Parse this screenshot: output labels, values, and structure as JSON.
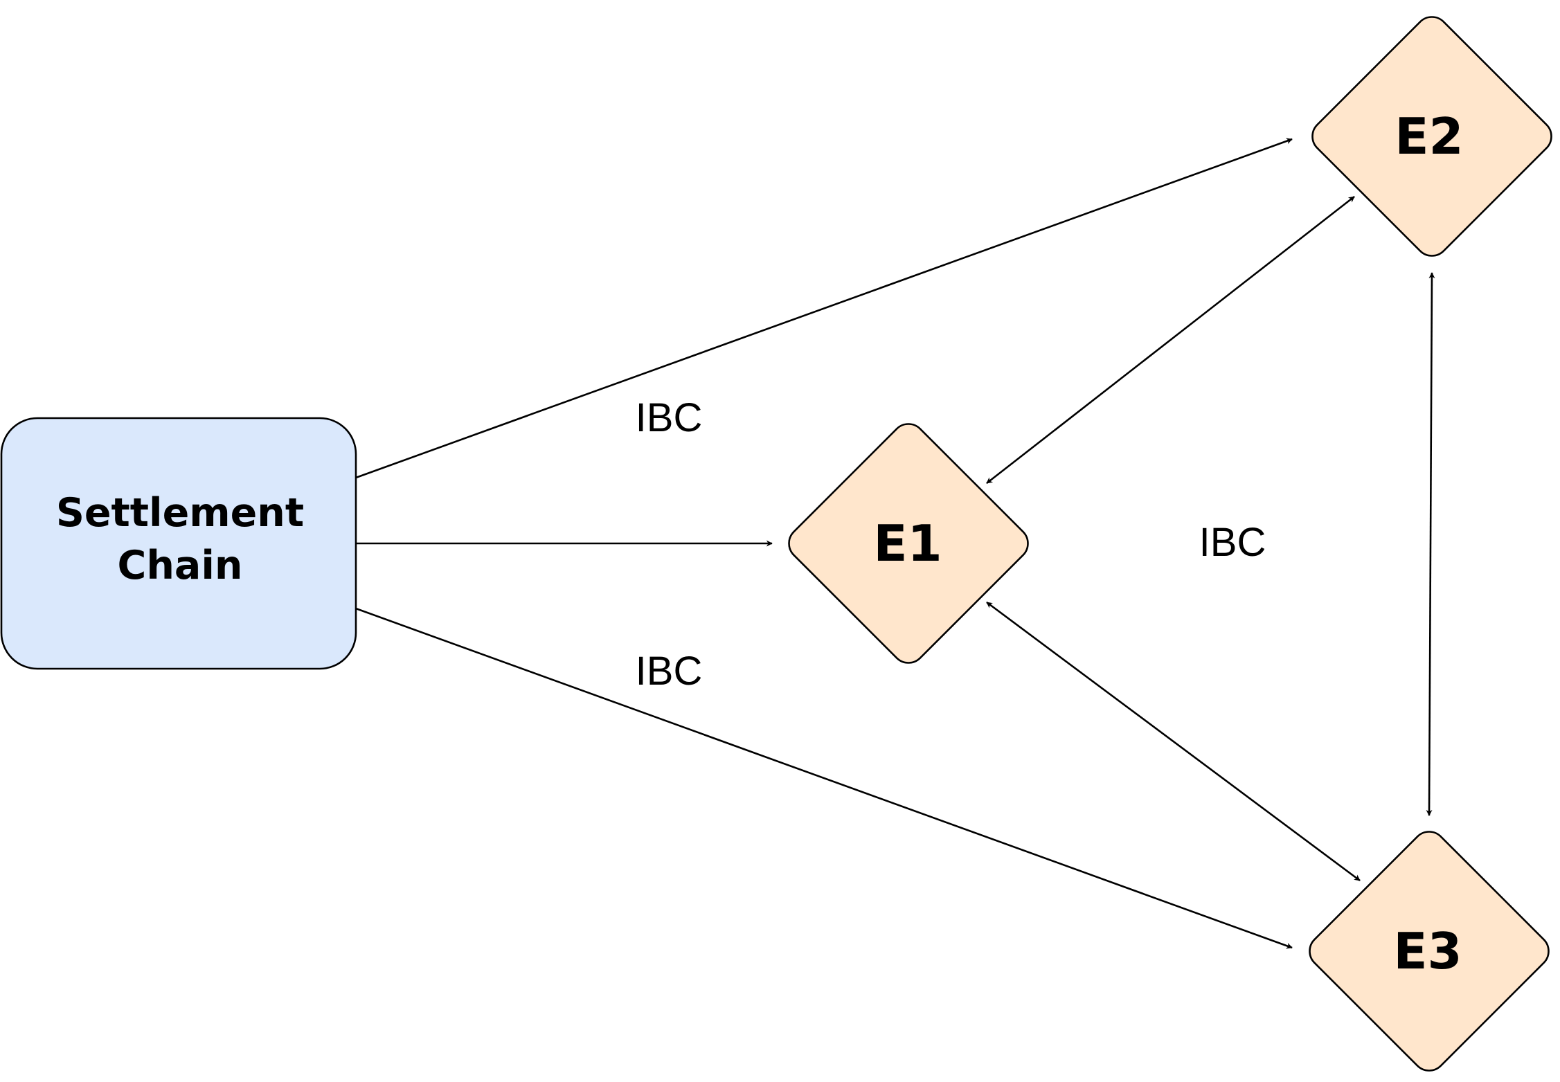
{
  "colors": {
    "settlement_fill": "#dae8fc",
    "execution_fill": "#ffe6cc",
    "stroke": "#000000",
    "background": "#ffffff"
  },
  "nodes": {
    "settlement": {
      "line1": "Settlement",
      "line2": "Chain"
    },
    "e1": {
      "label": "E1"
    },
    "e2": {
      "label": "E2"
    },
    "e3": {
      "label": "E3"
    }
  },
  "edge_labels": {
    "top": "IBC",
    "middle": "IBC",
    "bottom": "IBC"
  },
  "edges": [
    {
      "from": "Settlement Chain",
      "to": "E2",
      "direction": "forward"
    },
    {
      "from": "Settlement Chain",
      "to": "E1",
      "direction": "forward"
    },
    {
      "from": "Settlement Chain",
      "to": "E3",
      "direction": "forward"
    },
    {
      "from": "E1",
      "to": "E2",
      "direction": "both"
    },
    {
      "from": "E1",
      "to": "E3",
      "direction": "both"
    },
    {
      "from": "E2",
      "to": "E3",
      "direction": "both"
    }
  ]
}
